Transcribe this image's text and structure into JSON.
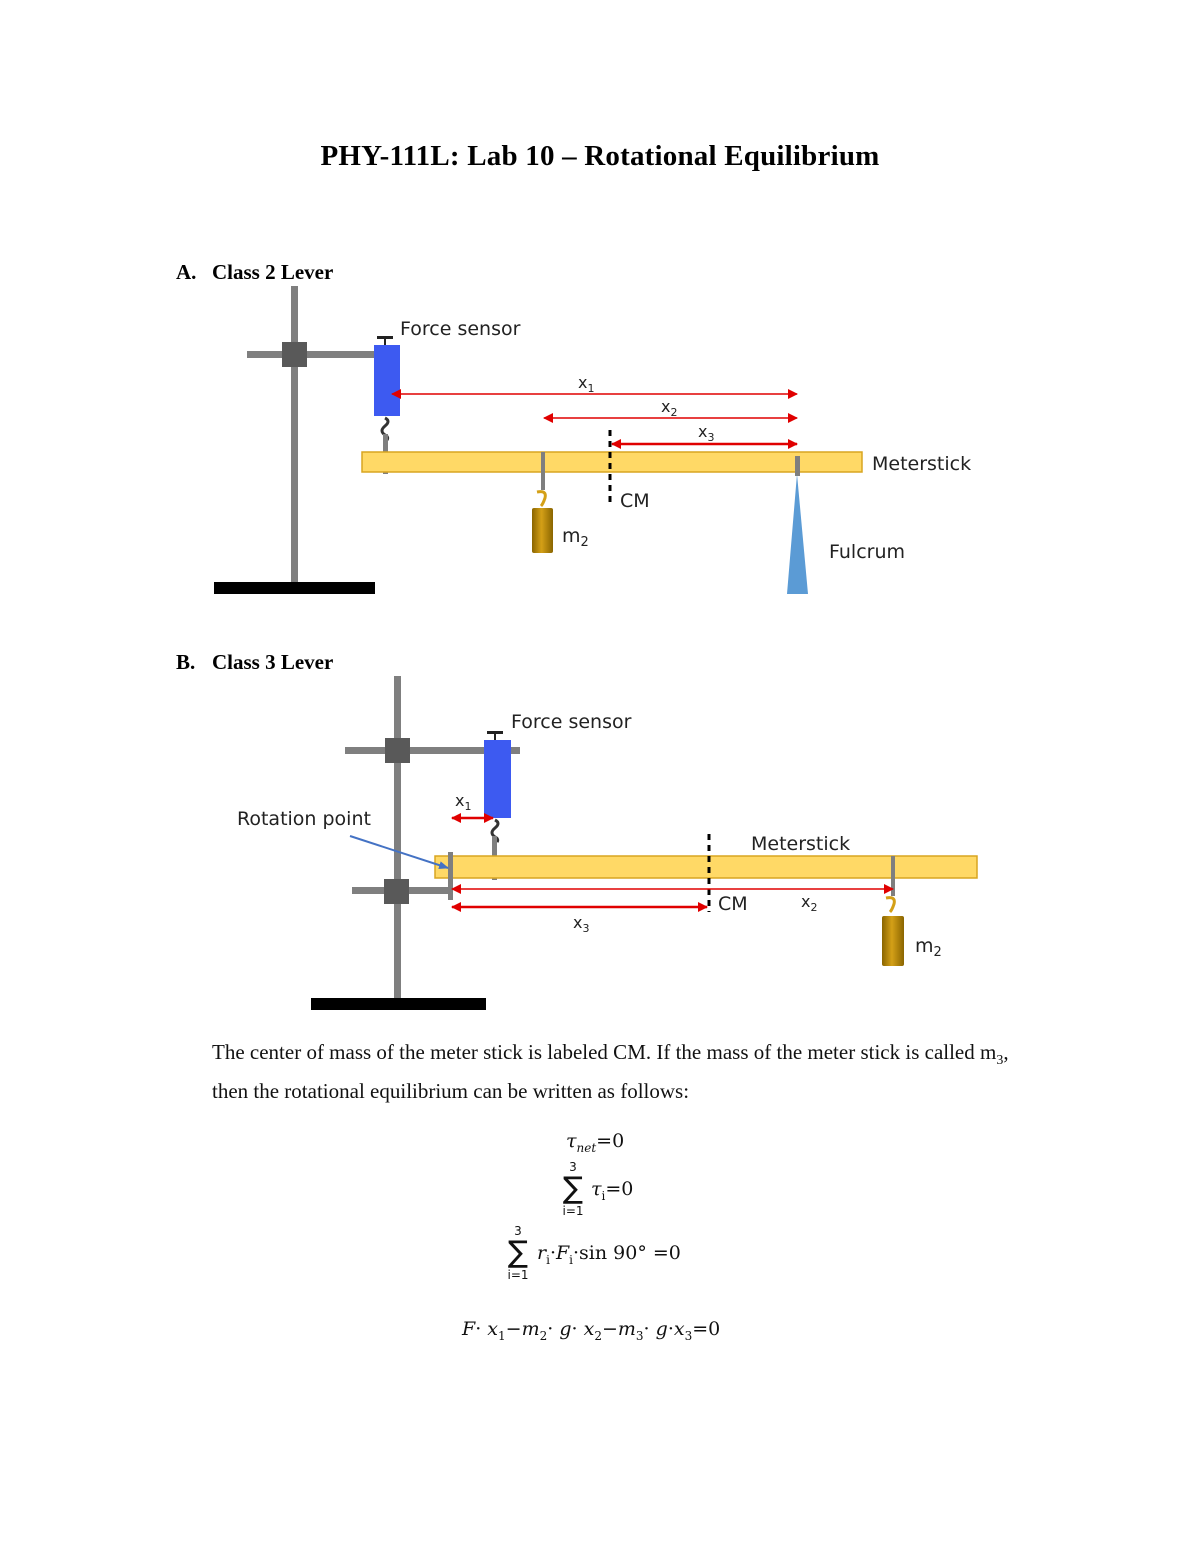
{
  "title": "PHY-111L: Lab 10 – Rotational Equilibrium",
  "sectionA": {
    "num": "A.",
    "heading": "Class 2 Lever",
    "labels": {
      "force_sensor": "Force sensor",
      "x1": "x",
      "x1_sub": "1",
      "x2": "x",
      "x2_sub": "2",
      "x3": "x",
      "x3_sub": "3",
      "meterstick": "Meterstick",
      "cm": "CM",
      "m2": "m",
      "m2_sub": "2",
      "fulcrum": "Fulcrum"
    }
  },
  "sectionB": {
    "num": "B.",
    "heading": "Class 3 Lever",
    "labels": {
      "force_sensor": "Force sensor",
      "rotation_point": "Rotation point",
      "x1": "x",
      "x1_sub": "1",
      "meterstick": "Meterstick",
      "cm": "CM",
      "x2": "x",
      "x2_sub": "2",
      "x3": "x",
      "x3_sub": "3",
      "m2": "m",
      "m2_sub": "2"
    }
  },
  "paragraph": {
    "part1": "The center of mass of the meter stick is labeled CM. If the mass of the meter stick is called m",
    "sub": "3",
    "part2": ", then the rotational equilibrium can be written as follows:"
  },
  "equations": {
    "eq1": {
      "tau": "τ",
      "sub": "net",
      "rest": "=0"
    },
    "eq2": {
      "upper": "3",
      "sigma": "∑",
      "lower": "i=1",
      "tau": "τ",
      "sub": "i",
      "rest": "=0"
    },
    "eq3": {
      "upper": "3",
      "sigma": "∑",
      "lower": "i=1",
      "body": "r",
      "sub_r": "i",
      "dot1": "·",
      "F": "F",
      "sub_F": "i",
      "rest": "·sin 90° =0"
    },
    "eq4": {
      "F": "F",
      "dot": "·",
      "x1": "x",
      "x1_sub": "1",
      "minus": "−",
      "m2": "m",
      "m2_sub": "2",
      "g": "g",
      "x2": "x",
      "x2_sub": "2",
      "m3": "m",
      "m3_sub": "3",
      "x3": "x",
      "x3_sub": "3",
      "rest": "=0"
    }
  },
  "colors": {
    "stand": "#7f7f7f",
    "clamp": "#595959",
    "sensor": "#3d5af1",
    "meterstick_fill": "#ffd966",
    "meterstick_stroke": "#d9a520",
    "arrow": "#e00000",
    "mass": "#b8860b",
    "fulcrum": "#5b9bd5",
    "pointer": "#4472c4"
  }
}
